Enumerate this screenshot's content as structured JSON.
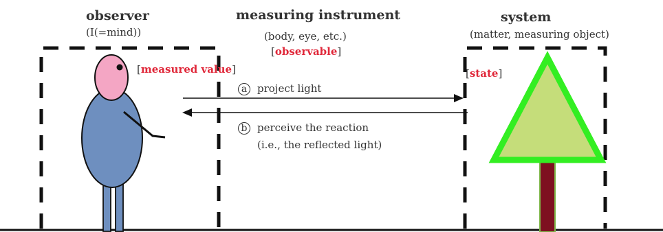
{
  "observer": {
    "title": "observer",
    "subtitle": "(I(=mind))",
    "tag_open": "[",
    "tag_value": "measured value",
    "tag_close": "]"
  },
  "instrument": {
    "title": "measuring instrument",
    "subtitle": "(body, eye, etc.)",
    "tag_open": "[",
    "tag_value": "observable",
    "tag_close": "]"
  },
  "system": {
    "title": "system",
    "subtitle": "(matter, measuring object)",
    "tag_open": "[",
    "tag_value": "state",
    "tag_close": "]"
  },
  "arrows": {
    "a_marker": "a",
    "a_label": "project light",
    "b_marker": "b",
    "b_label": "perceive the reaction",
    "b_label_2": "(i.e., the reflected light)"
  },
  "colors": {
    "highlight_red": "#e0283a",
    "head_pink": "#f4a6c4",
    "body_blue": "#6e8fbf",
    "tree_green_outline": "#33ee22",
    "tree_fill": "#c5dd7a",
    "trunk_red": "#7e1020"
  }
}
